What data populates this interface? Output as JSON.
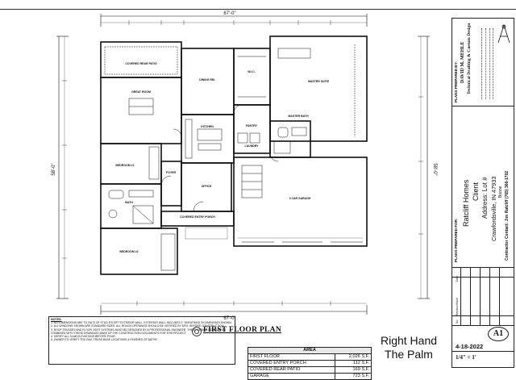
{
  "plan": {
    "title": "FIRST FLOOR PLAN",
    "dim_overall_width": "67'-0\"",
    "dim_overall_depth": "58'-0\"",
    "rooms": [
      {
        "key": "patio",
        "label": "COVERED REAR PATIO"
      },
      {
        "key": "great",
        "label": "GREAT ROOM"
      },
      {
        "key": "dining",
        "label": "DINING RM."
      },
      {
        "key": "wic",
        "label": "W.I.C."
      },
      {
        "key": "master",
        "label": "MASTER SUITE"
      },
      {
        "key": "kitchen",
        "label": "KITCHEN"
      },
      {
        "key": "pantry",
        "label": "PANTRY"
      },
      {
        "key": "laundry",
        "label": "LAUNDRY"
      },
      {
        "key": "mbath",
        "label": "MASTER BATH"
      },
      {
        "key": "foyer",
        "label": "FOYER"
      },
      {
        "key": "office",
        "label": "OFFICE"
      },
      {
        "key": "bed2",
        "label": "BEDROOM #1"
      },
      {
        "key": "bath",
        "label": "BATH"
      },
      {
        "key": "bed3",
        "label": "BEDROOM #2"
      },
      {
        "key": "garage",
        "label": "3 CAR GARAGE"
      },
      {
        "key": "porch",
        "label": "COVERED ENTRY PORCH"
      }
    ]
  },
  "notes": {
    "title": "NOTES:",
    "lines": [
      "1.  ALL DIMENSIONS ARE TO FACE OF STUD EXCEPT EXTERIOR WALL. EXTERIOR WALL INCLUDES 1\" SHEATHING IN DIMENSION SHOWN.",
      "2.  ALL WINDOWS SHOWN ARE STANDARD SIZES. ALL ROUGH OPENINGS SHOULD BE VERIFIED BY MFG. BEFORE CONSTRUCTION.",
      "3.  ROOF TRUSSES AND FLOOR JOIST SYSTEMS MUST BE DESIGNED BY A PROFESSIONAL ENGINEER. THESE DESIGN DOCUMENTS COMBINED WITH THESE DRAWINGS MAKE UP THE CONSTRUCTION DOCUMENTS FOR THIS PROJECT.",
      "4.  VERIFY ALL SLAB ELEVATIONS BEFORE POUR.",
      "5.  OWNER TO VERIFY TRU RAIL TRUSS BASE LOCATIONS & FINISHES OF BATHS."
    ]
  },
  "area": {
    "title": "AREA",
    "rows": [
      {
        "label": "FIRST FLOOR",
        "value": "2,026 S.F."
      },
      {
        "label": "COVERED ENTRY PORCH",
        "value": "112 S.F."
      },
      {
        "label": "COVERED REAR PATIO",
        "value": "169 S.F."
      },
      {
        "label": "GARAGE",
        "value": "723 S.F."
      }
    ]
  },
  "caption": {
    "line1": "Right Hand",
    "line2": "The Palm"
  },
  "titleblock": {
    "prepared_by_label": "PLANS PREPARED BY:",
    "designer_name": "DAVID M. MEHLE",
    "designer_company": "Technical Drafting & Custom Design",
    "prepared_for_label": "PLANS PREPARED FOR:",
    "client_name": "Ratcliff Homes",
    "client_word": "Client",
    "address": "Address: Lot #",
    "city": "Crawfordsville, IN 47933",
    "county": "Boone",
    "contact": "Contractor Contact: Jim Ratcliff (765) 366-1702",
    "sheet_id": "A1",
    "date": "4-18-2022",
    "scale": "1/4\" = 1'",
    "revision_col1": "No.",
    "revision_col2": "Revision/Issue",
    "revision_col3": "Date"
  }
}
